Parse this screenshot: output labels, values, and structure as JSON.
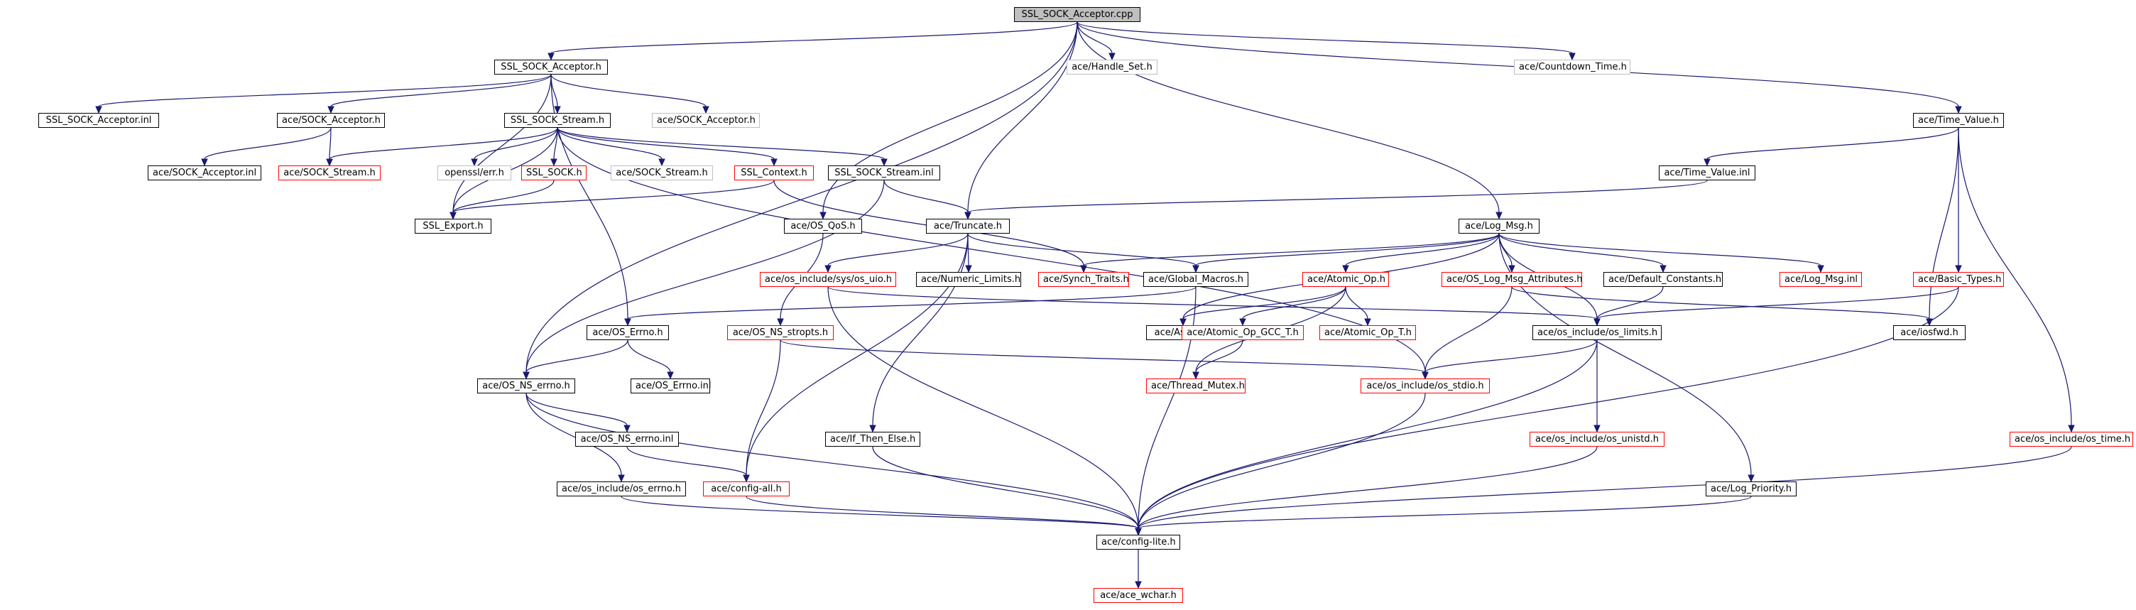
{
  "nodes": {
    "ssl_sock_acceptor_cpp": {
      "label": "SSL_SOCK_Acceptor.cpp",
      "border": "root"
    },
    "ssl_sock_acceptor_h": {
      "label": "SSL_SOCK_Acceptor.h",
      "border": "black"
    },
    "handle_set_h": {
      "label": "ace/Handle_Set.h",
      "border": "grey"
    },
    "countdown_time_h": {
      "label": "ace/Countdown_Time.h",
      "border": "grey"
    },
    "ssl_sock_acceptor_inl": {
      "label": "SSL_SOCK_Acceptor.inl",
      "border": "black"
    },
    "sock_acceptor_h": {
      "label": "ace/SOCK_Acceptor.h",
      "border": "black"
    },
    "ssl_sock_stream_h": {
      "label": "SSL_SOCK_Stream.h",
      "border": "black"
    },
    "sock_acceptor_h_grey": {
      "label": "ace/SOCK_Acceptor.h",
      "border": "grey"
    },
    "time_value_h": {
      "label": "ace/Time_Value.h",
      "border": "black"
    },
    "sock_acceptor_inl": {
      "label": "ace/SOCK_Acceptor.inl",
      "border": "black"
    },
    "sock_stream_h": {
      "label": "ace/SOCK_Stream.h",
      "border": "red"
    },
    "openssl_err_h": {
      "label": "openssl/err.h",
      "border": "grey"
    },
    "ssl_sock_h": {
      "label": "SSL_SOCK.h",
      "border": "red"
    },
    "sock_stream_h_grey": {
      "label": "ace/SOCK_Stream.h",
      "border": "grey"
    },
    "ssl_context_h": {
      "label": "SSL_Context.h",
      "border": "red"
    },
    "ssl_sock_stream_inl": {
      "label": "SSL_SOCK_Stream.inl",
      "border": "black"
    },
    "time_value_inl": {
      "label": "ace/Time_Value.inl",
      "border": "black"
    },
    "ssl_export_h": {
      "label": "SSL_Export.h",
      "border": "black"
    },
    "os_qos_h": {
      "label": "ace/OS_QoS.h",
      "border": "black"
    },
    "truncate_h": {
      "label": "ace/Truncate.h",
      "border": "black"
    },
    "log_msg_h": {
      "label": "ace/Log_Msg.h",
      "border": "black"
    },
    "sys_os_uio_h": {
      "label": "ace/os_include/sys/os_uio.h",
      "border": "red"
    },
    "numeric_limits_h": {
      "label": "ace/Numeric_Limits.h",
      "border": "black"
    },
    "synch_traits_h": {
      "label": "ace/Synch_Traits.h",
      "border": "red"
    },
    "global_macros_h": {
      "label": "ace/Global_Macros.h",
      "border": "black"
    },
    "atomic_op_h": {
      "label": "ace/Atomic_Op.h",
      "border": "red"
    },
    "os_log_msg_attributes_h": {
      "label": "ace/OS_Log_Msg_Attributes.h",
      "border": "red"
    },
    "default_constants_h": {
      "label": "ace/Default_Constants.h",
      "border": "black"
    },
    "log_msg_inl": {
      "label": "ace/Log_Msg.inl",
      "border": "red"
    },
    "basic_types_h": {
      "label": "ace/Basic_Types.h",
      "border": "red"
    },
    "os_errno_h": {
      "label": "ace/OS_Errno.h",
      "border": "black"
    },
    "os_ns_stropts_h": {
      "label": "ace/OS_NS_stropts.h",
      "border": "red"
    },
    "assert_h": {
      "label": "ace/Assert.h",
      "border": "black"
    },
    "atomic_op_gcc_t_h": {
      "label": "ace/Atomic_Op_GCC_T.h",
      "border": "red"
    },
    "atomic_op_t_h": {
      "label": "ace/Atomic_Op_T.h",
      "border": "red"
    },
    "os_limits_h": {
      "label": "ace/os_include/os_limits.h",
      "border": "black"
    },
    "iosfwd_h": {
      "label": "ace/iosfwd.h",
      "border": "black"
    },
    "os_ns_errno_h": {
      "label": "ace/OS_NS_errno.h",
      "border": "black"
    },
    "os_errno_inl": {
      "label": "ace/OS_Errno.inl",
      "border": "black"
    },
    "thread_mutex_h": {
      "label": "ace/Thread_Mutex.h",
      "border": "red"
    },
    "os_stdio_h": {
      "label": "ace/os_include/os_stdio.h",
      "border": "red"
    },
    "os_ns_errno_inl": {
      "label": "ace/OS_NS_errno.inl",
      "border": "black"
    },
    "if_then_else_h": {
      "label": "ace/If_Then_Else.h",
      "border": "black"
    },
    "os_unistd_h": {
      "label": "ace/os_include/os_unistd.h",
      "border": "red"
    },
    "os_time_h": {
      "label": "ace/os_include/os_time.h",
      "border": "red"
    },
    "os_include_os_errno_h": {
      "label": "ace/os_include/os_errno.h",
      "border": "black"
    },
    "config_all_h": {
      "label": "ace/config-all.h",
      "border": "red"
    },
    "log_priority_h": {
      "label": "ace/Log_Priority.h",
      "border": "black"
    },
    "config_lite_h": {
      "label": "ace/config-lite.h",
      "border": "black"
    },
    "ace_wchar_h": {
      "label": "ace/ace_wchar.h",
      "border": "red"
    }
  },
  "edges": [
    [
      "ssl_sock_acceptor_cpp",
      "ssl_sock_acceptor_h"
    ],
    [
      "ssl_sock_acceptor_cpp",
      "handle_set_h"
    ],
    [
      "ssl_sock_acceptor_cpp",
      "countdown_time_h"
    ],
    [
      "ssl_sock_acceptor_cpp",
      "time_value_h"
    ],
    [
      "ssl_sock_acceptor_cpp",
      "log_msg_h"
    ],
    [
      "ssl_sock_acceptor_cpp",
      "truncate_h"
    ],
    [
      "ssl_sock_acceptor_cpp",
      "os_qos_h"
    ],
    [
      "ssl_sock_acceptor_cpp",
      "os_ns_errno_h"
    ],
    [
      "ssl_sock_acceptor_h",
      "ssl_sock_acceptor_inl"
    ],
    [
      "ssl_sock_acceptor_h",
      "sock_acceptor_h"
    ],
    [
      "ssl_sock_acceptor_h",
      "ssl_sock_stream_h"
    ],
    [
      "ssl_sock_acceptor_h",
      "sock_acceptor_h_grey"
    ],
    [
      "ssl_sock_acceptor_h",
      "ssl_export_h"
    ],
    [
      "ssl_sock_acceptor_h",
      "os_errno_h"
    ],
    [
      "sock_acceptor_h",
      "sock_acceptor_inl"
    ],
    [
      "sock_acceptor_h",
      "sock_stream_h"
    ],
    [
      "ssl_sock_stream_h",
      "sock_stream_h"
    ],
    [
      "ssl_sock_stream_h",
      "openssl_err_h"
    ],
    [
      "ssl_sock_stream_h",
      "ssl_sock_h"
    ],
    [
      "ssl_sock_stream_h",
      "sock_stream_h_grey"
    ],
    [
      "ssl_sock_stream_h",
      "ssl_context_h"
    ],
    [
      "ssl_sock_stream_h",
      "ssl_sock_stream_inl"
    ],
    [
      "ssl_sock_stream_h",
      "ssl_export_h"
    ],
    [
      "ssl_sock_stream_h",
      "os_stdio_h"
    ],
    [
      "ssl_sock_h",
      "ssl_export_h"
    ],
    [
      "ssl_context_h",
      "ssl_export_h"
    ],
    [
      "ssl_context_h",
      "synch_traits_h"
    ],
    [
      "ssl_sock_stream_inl",
      "truncate_h"
    ],
    [
      "ssl_sock_stream_inl",
      "os_ns_errno_h"
    ],
    [
      "time_value_h",
      "time_value_inl"
    ],
    [
      "time_value_h",
      "basic_types_h"
    ],
    [
      "time_value_h",
      "iosfwd_h"
    ],
    [
      "time_value_h",
      "os_time_h"
    ],
    [
      "time_value_inl",
      "truncate_h"
    ],
    [
      "os_qos_h",
      "os_ns_stropts_h"
    ],
    [
      "truncate_h",
      "sys_os_uio_h"
    ],
    [
      "truncate_h",
      "numeric_limits_h"
    ],
    [
      "truncate_h",
      "global_macros_h"
    ],
    [
      "truncate_h",
      "if_then_else_h"
    ],
    [
      "truncate_h",
      "config_all_h"
    ],
    [
      "log_msg_h",
      "synch_traits_h"
    ],
    [
      "log_msg_h",
      "global_macros_h"
    ],
    [
      "log_msg_h",
      "atomic_op_h"
    ],
    [
      "log_msg_h",
      "os_log_msg_attributes_h"
    ],
    [
      "log_msg_h",
      "default_constants_h"
    ],
    [
      "log_msg_h",
      "log_msg_inl"
    ],
    [
      "log_msg_h",
      "os_limits_h"
    ],
    [
      "log_msg_h",
      "assert_h"
    ],
    [
      "log_msg_h",
      "log_priority_h"
    ],
    [
      "sys_os_uio_h",
      "os_limits_h"
    ],
    [
      "sys_os_uio_h",
      "config_lite_h"
    ],
    [
      "global_macros_h",
      "os_errno_h"
    ],
    [
      "global_macros_h",
      "config_lite_h"
    ],
    [
      "atomic_op_h",
      "atomic_op_gcc_t_h"
    ],
    [
      "atomic_op_h",
      "atomic_op_t_h"
    ],
    [
      "atomic_op_h",
      "thread_mutex_h"
    ],
    [
      "atomic_op_h",
      "assert_h"
    ],
    [
      "os_log_msg_attributes_h",
      "iosfwd_h"
    ],
    [
      "os_log_msg_attributes_h",
      "os_stdio_h"
    ],
    [
      "default_constants_h",
      "os_limits_h"
    ],
    [
      "basic_types_h",
      "os_limits_h"
    ],
    [
      "basic_types_h",
      "config_lite_h"
    ],
    [
      "os_errno_h",
      "os_ns_errno_h"
    ],
    [
      "os_errno_h",
      "os_errno_inl"
    ],
    [
      "os_ns_stropts_h",
      "os_stdio_h"
    ],
    [
      "os_ns_stropts_h",
      "config_all_h"
    ],
    [
      "atomic_op_gcc_t_h",
      "thread_mutex_h"
    ],
    [
      "os_limits_h",
      "os_stdio_h"
    ],
    [
      "os_limits_h",
      "os_unistd_h"
    ],
    [
      "os_limits_h",
      "config_lite_h"
    ],
    [
      "os_ns_errno_h",
      "os_ns_errno_inl"
    ],
    [
      "os_ns_errno_h",
      "os_include_os_errno_h"
    ],
    [
      "os_ns_errno_h",
      "config_lite_h"
    ],
    [
      "os_ns_errno_inl",
      "config_all_h"
    ],
    [
      "os_stdio_h",
      "config_lite_h"
    ],
    [
      "if_then_else_h",
      "config_lite_h"
    ],
    [
      "os_unistd_h",
      "config_lite_h"
    ],
    [
      "os_time_h",
      "config_lite_h"
    ],
    [
      "os_include_os_errno_h",
      "config_lite_h"
    ],
    [
      "config_all_h",
      "config_lite_h"
    ],
    [
      "log_priority_h",
      "config_lite_h"
    ],
    [
      "config_lite_h",
      "ace_wchar_h"
    ]
  ]
}
